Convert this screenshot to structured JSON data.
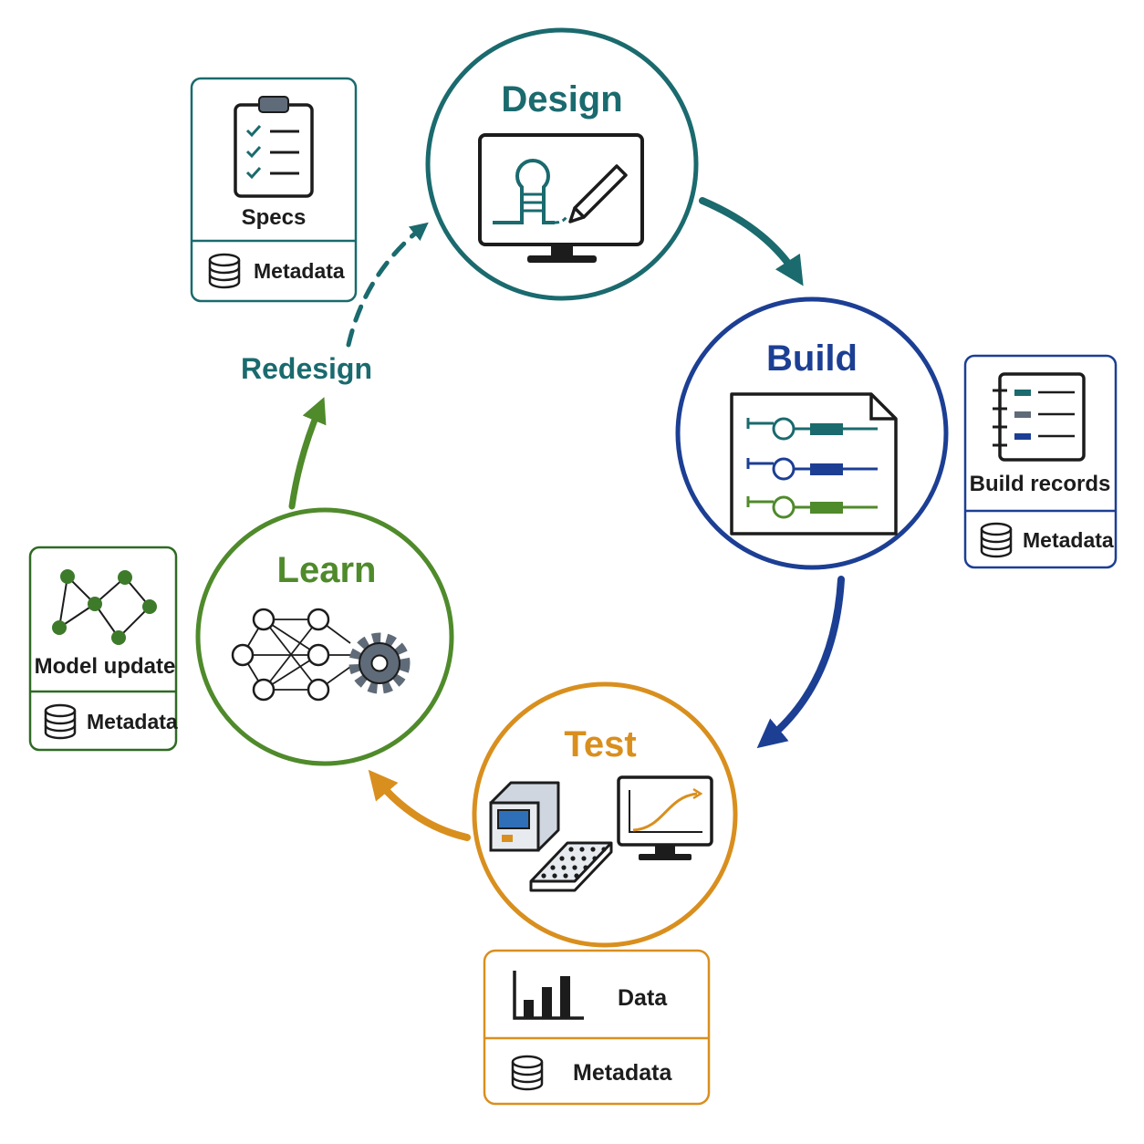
{
  "colors": {
    "design": "#1a6a6e",
    "build": "#1c3f94",
    "test": "#d98f1e",
    "learn": "#4f8a2b",
    "ink": "#1c1c1c",
    "screen_blue": "#2f6fb8"
  },
  "stages": {
    "design": {
      "title": "Design",
      "icon": "monitor-design-icon"
    },
    "build": {
      "title": "Build",
      "icon": "construct-document-icon"
    },
    "test": {
      "title": "Test",
      "icon": "lab-instruments-icon"
    },
    "learn": {
      "title": "Learn",
      "icon": "neural-network-gear-icon"
    }
  },
  "loop_label": "Redesign",
  "cards": {
    "specs": {
      "title": "Specs",
      "icon": "checklist-clipboard-icon",
      "meta": "Metadata"
    },
    "build_records": {
      "title": "Build records",
      "icon": "records-notebook-icon",
      "meta": "Metadata"
    },
    "model_update": {
      "title": "Model update",
      "icon": "graph-network-icon",
      "meta": "Metadata"
    },
    "data": {
      "title": "Data",
      "icon": "bar-chart-icon",
      "meta": "Metadata"
    }
  }
}
